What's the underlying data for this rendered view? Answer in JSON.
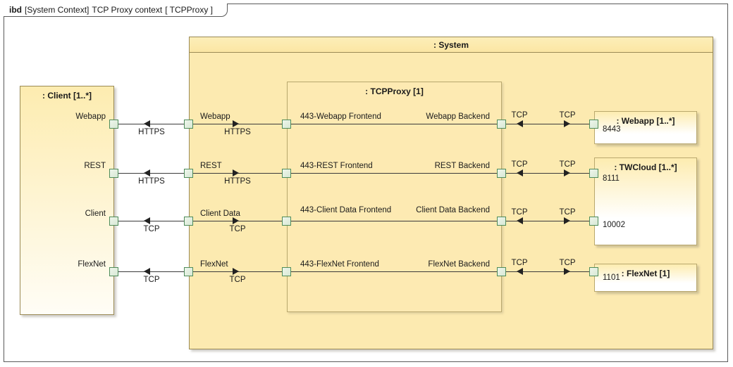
{
  "diagram": {
    "header": {
      "keyword": "ibd",
      "context": "[System Context]",
      "name": "TCP Proxy context",
      "type": "[ TCPProxy ]"
    },
    "colors": {
      "block_fill_top": "#fdecb0",
      "block_fill_bottom": "#fffdf6",
      "block_border": "#9a8a55",
      "system_fill": "#fceab0",
      "port_border": "#4f8c5a",
      "port_fill": "#e4f0e1",
      "connector": "#3a3a3a",
      "frame_border": "#5a5a5a"
    }
  },
  "blocks": {
    "client": {
      "title": ": Client [1..*]",
      "ports": [
        {
          "label": "Webapp"
        },
        {
          "label": "REST"
        },
        {
          "label": "Client"
        },
        {
          "label": "FlexNet"
        }
      ]
    },
    "system": {
      "title": ": System"
    },
    "proxy": {
      "title": ": TCPProxy [1]",
      "frontend_ports": [
        {
          "label": "443-Webapp Frontend"
        },
        {
          "label": "443-REST Frontend"
        },
        {
          "label": "443-Client Data Frontend"
        },
        {
          "label": "443-FlexNet Frontend"
        }
      ],
      "backend_ports": [
        {
          "label": "Webapp Backend"
        },
        {
          "label": "REST Backend"
        },
        {
          "label": "Client Data Backend"
        },
        {
          "label": "FlexNet Backend"
        }
      ]
    },
    "system_inner_ports": [
      {
        "label": "Webapp"
      },
      {
        "label": "REST"
      },
      {
        "label": "Client Data"
      },
      {
        "label": "FlexNet"
      }
    ],
    "webapp": {
      "title": ": Webapp [1..*]",
      "ports": [
        {
          "label": "8443"
        }
      ]
    },
    "twcloud": {
      "title": ": TWCloud [1..*]",
      "ports": [
        {
          "label": "8111"
        },
        {
          "label": "10002"
        }
      ]
    },
    "flexnet": {
      "title": ": FlexNet [1]",
      "ports": [
        {
          "label": "1101"
        }
      ]
    }
  },
  "connectors": {
    "client_to_system": [
      {
        "label": "HTTPS",
        "direction": "left"
      },
      {
        "label": "HTTPS",
        "direction": "left"
      },
      {
        "label": "TCP",
        "direction": "left"
      },
      {
        "label": "TCP",
        "direction": "left"
      }
    ],
    "system_to_proxy": [
      {
        "label": "HTTPS",
        "direction": "right"
      },
      {
        "label": "HTTPS",
        "direction": "right"
      },
      {
        "label": "TCP",
        "direction": "right"
      },
      {
        "label": "TCP",
        "direction": "right"
      }
    ],
    "proxy_to_system_right": [
      {
        "label": "TCP",
        "direction": "left"
      },
      {
        "label": "TCP",
        "direction": "left"
      },
      {
        "label": "TCP",
        "direction": "left"
      },
      {
        "label": "TCP",
        "direction": "left"
      }
    ],
    "system_right_to_endpoint": [
      {
        "label": "TCP",
        "direction": "right"
      },
      {
        "label": "TCP",
        "direction": "right"
      },
      {
        "label": "TCP",
        "direction": "right"
      },
      {
        "label": "TCP",
        "direction": "right"
      }
    ]
  }
}
